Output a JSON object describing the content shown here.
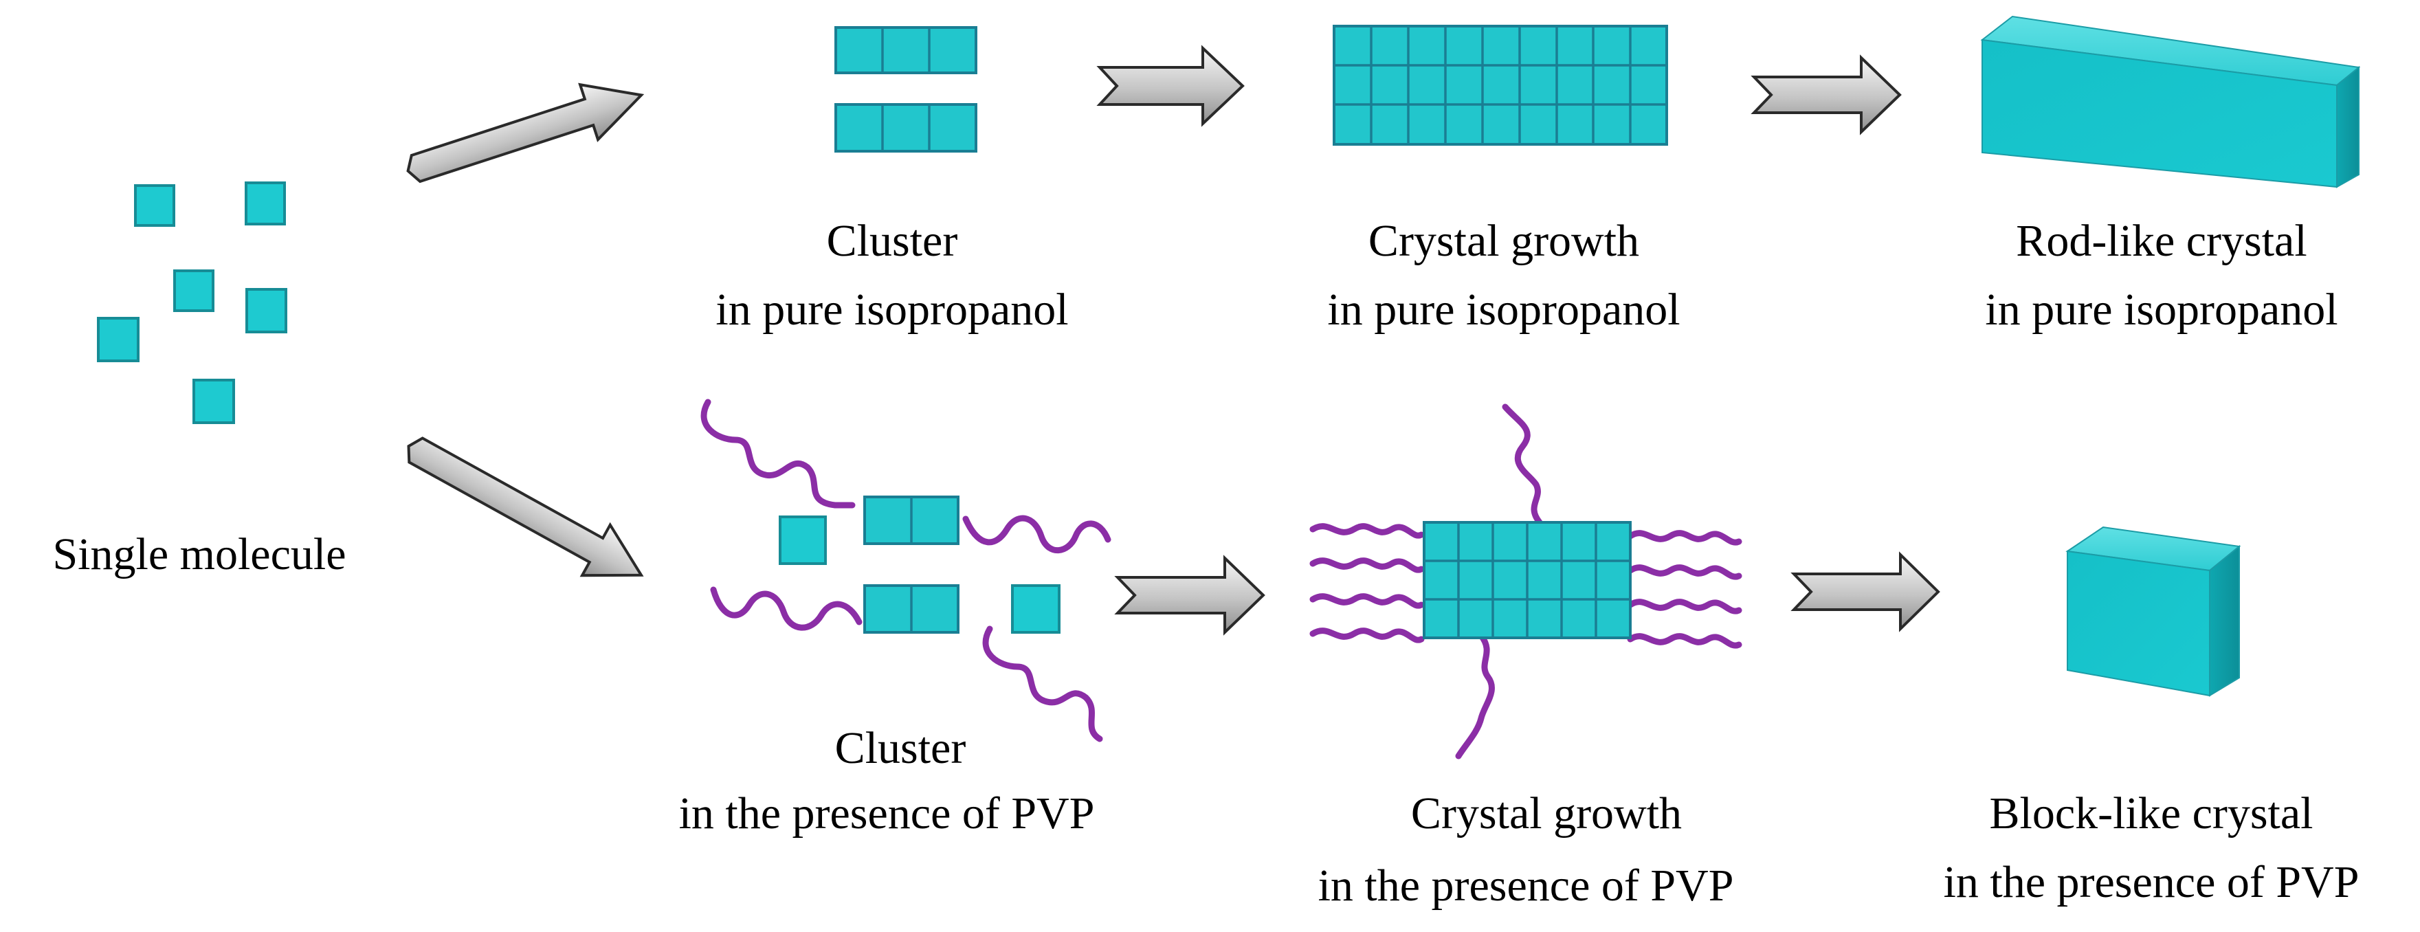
{
  "labels": {
    "single": "Single molecule",
    "cluster_pure_1": "Cluster",
    "cluster_pure_2": "in pure isopropanol",
    "growth_pure_1": "Crystal growth",
    "growth_pure_2": "in pure isopropanol",
    "rod_1": "Rod-like crystal",
    "rod_2": "in pure isopropanol",
    "cluster_pvp_1": "Cluster",
    "cluster_pvp_2": "in the presence of PVP",
    "growth_pvp_1": "Crystal growth",
    "growth_pvp_2": "in the presence of PVP",
    "block_1": "Block-like crystal",
    "block_2": "in the presence of PVP"
  },
  "colors": {
    "molecule": "#1ECAD0",
    "cell_border": "#1A7E93",
    "polymer": "#8B2EA6",
    "arrow": "#BDBDBD"
  }
}
